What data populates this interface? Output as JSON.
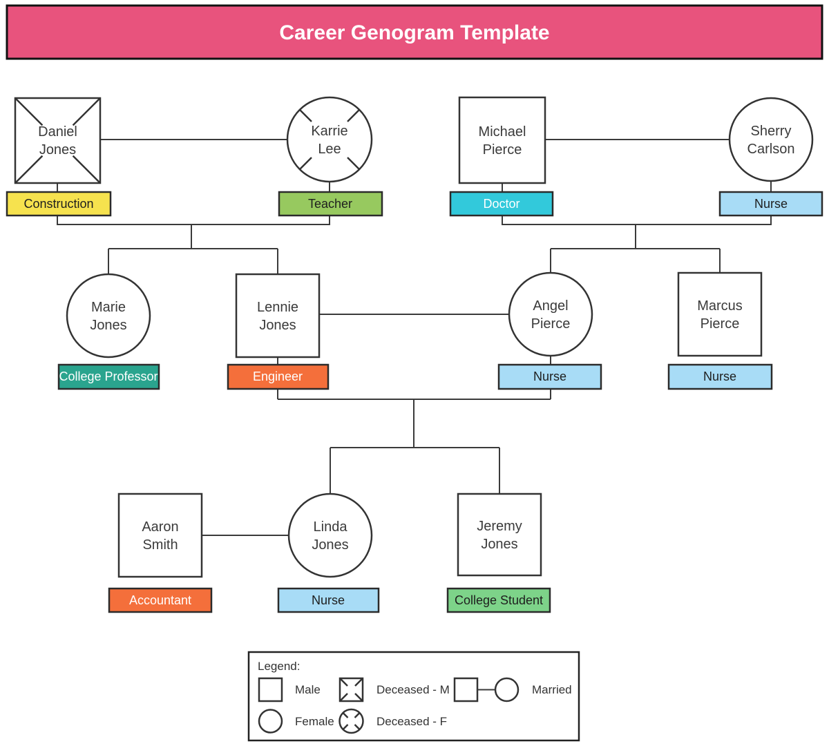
{
  "title": "Career Genogram Template",
  "colors": {
    "banner": "#E8537D",
    "construction": "#F6E24E",
    "teacher": "#97C95F",
    "doctor": "#32C9DB",
    "nurse": "#A8DCF6",
    "professor": "#2AA48E",
    "engineer": "#F46F3B",
    "accountant": "#F46F3B",
    "student": "#7DD389"
  },
  "people": {
    "daniel": {
      "line1": "Daniel",
      "line2": "Jones",
      "career": "Construction"
    },
    "karrie": {
      "line1": "Karrie",
      "line2": "Lee",
      "career": "Teacher"
    },
    "michael": {
      "line1": "Michael",
      "line2": "Pierce",
      "career": "Doctor"
    },
    "sherry": {
      "line1": "Sherry",
      "line2": "Carlson",
      "career": "Nurse"
    },
    "marie": {
      "line1": "Marie",
      "line2": "Jones",
      "career": "College Professor"
    },
    "lennie": {
      "line1": "Lennie",
      "line2": "Jones",
      "career": "Engineer"
    },
    "angel": {
      "line1": "Angel",
      "line2": "Pierce",
      "career": "Nurse"
    },
    "marcus": {
      "line1": "Marcus",
      "line2": "Pierce",
      "career": "Nurse"
    },
    "aaron": {
      "line1": "Aaron",
      "line2": "Smith",
      "career": "Accountant"
    },
    "linda": {
      "line1": "Linda",
      "line2": "Jones",
      "career": "Nurse"
    },
    "jeremy": {
      "line1": "Jeremy",
      "line2": "Jones",
      "career": "College Student"
    }
  },
  "legend": {
    "title": "Legend:",
    "male": "Male",
    "female": "Female",
    "deceased_m": "Deceased - M",
    "deceased_f": "Deceased - F",
    "married": "Married"
  }
}
